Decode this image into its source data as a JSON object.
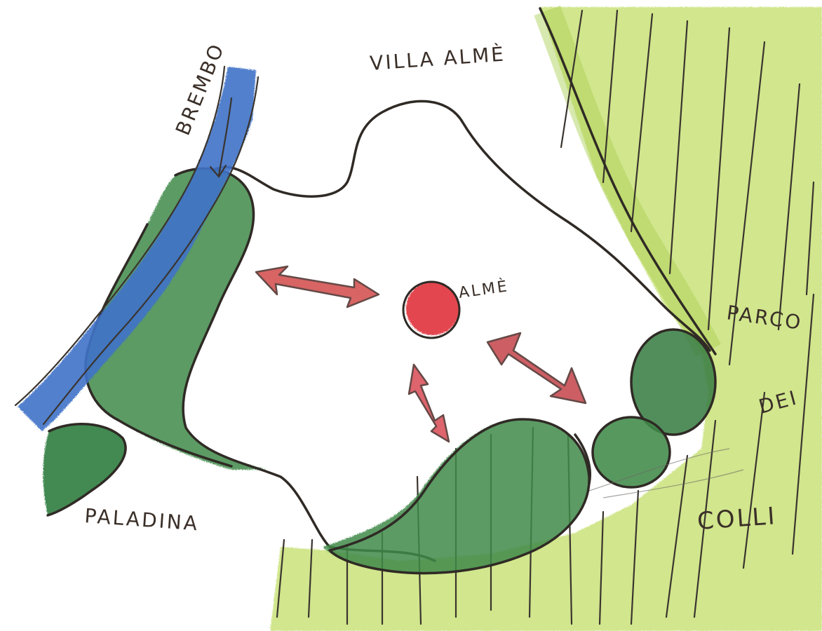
{
  "labels": {
    "river": "BREMBO",
    "villa": "VILLA ALMÈ",
    "center": "ALMÈ",
    "park_1": "PARCO",
    "park_2": "DEI",
    "park_3": "COLLI",
    "town": "PALADINA"
  },
  "colors": {
    "paper": "#ffffff",
    "ink": "#2f2a25",
    "river_blue": "#3f73c8",
    "wood_green": "#3f8a4a",
    "park_lightgreen": "#c9e27a",
    "marker_red": "#e0303a"
  },
  "icons": [
    "double-arrow",
    "down-arrow",
    "dot-marker"
  ]
}
